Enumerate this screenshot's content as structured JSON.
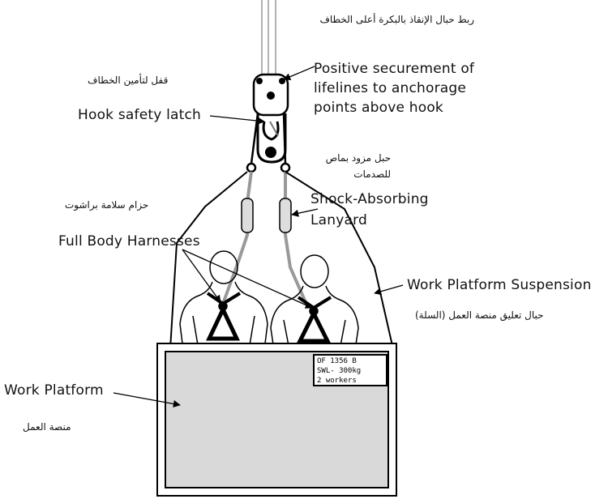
{
  "labels": {
    "ar_lifeline_anchor": "ربط حبال الإنقاذ بالبكرة أعلى الخطاف",
    "positive_securement": "Positive securement of lifelines to anchorage points above hook",
    "ar_hook_latch": "قفل لتأمين الخطاف",
    "hook_safety_latch": "Hook safety latch",
    "ar_shock_lanyard": "حبل مزود بماص للصدمات",
    "shock_absorbing_lanyard": "Shock-Absorbing Lanyard",
    "ar_parachute_harness": "حزام سلامة براشوت",
    "full_body_harnesses": "Full Body Harnesses",
    "work_platform_suspension": "Work Platform Suspension",
    "ar_platform_suspension": "حبال تعليق منصة العمل (السلة)",
    "work_platform": "Work Platform",
    "ar_work_platform": "منصة العمل"
  },
  "plate": {
    "line1": "OF 1356 B",
    "line2": "SWL- 300kg",
    "line3": "2 workers"
  }
}
